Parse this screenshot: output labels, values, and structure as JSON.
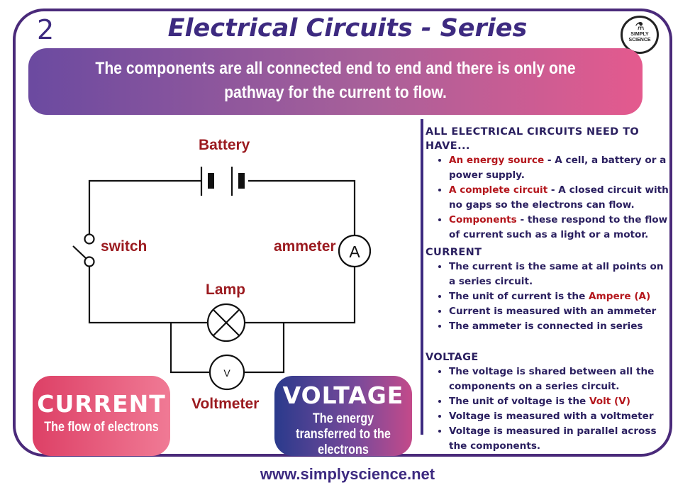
{
  "header": {
    "page_number": "2",
    "title": "Electrical Circuits - Series",
    "logo_line1": "SIMPLY",
    "logo_line2": "SCIENCE"
  },
  "banner": {
    "text": "The components are all connected end to end and there is only one pathway for the current to flow."
  },
  "diagram": {
    "battery_label": "Battery",
    "switch_label": "switch",
    "ammeter_label": "ammeter",
    "ammeter_symbol": "A",
    "lamp_label": "Lamp",
    "voltmeter_label": "Voltmeter",
    "voltmeter_symbol": "V"
  },
  "info": {
    "need": {
      "heading": "ALL ELECTRICAL CIRCUITS NEED TO HAVE...",
      "items": [
        {
          "term": "An energy source",
          "text": " - A cell, a battery or a power supply."
        },
        {
          "term": "A complete circuit",
          "text": " - A closed circuit with no gaps so the electrons can flow."
        },
        {
          "term": "Components",
          "text": " - these respond to the flow of current such as a light or a motor."
        }
      ]
    },
    "current": {
      "heading": "CURRENT",
      "item1": "The current is the same at all points on a series circuit.",
      "item2_pre": "The unit of current is the ",
      "item2_term": "Ampere (A)",
      "item3": "Current is measured with an ammeter",
      "item4": "The ammeter is connected in series"
    },
    "voltage": {
      "heading": "VOLTAGE",
      "item1": "The voltage is shared between all the components on a series circuit.",
      "item2_pre": "The unit of voltage is the ",
      "item2_term": "Volt (V)",
      "item3": "Voltage is measured with a voltmeter",
      "item4": "Voltage is measured in parallel across the components."
    }
  },
  "cards": {
    "current_title": "CURRENT",
    "current_sub": "The flow of electrons",
    "voltage_title": "VOLTAGE",
    "voltage_sub": "The energy transferred to the electrons"
  },
  "footer": {
    "url": "www.simplyscience.net"
  },
  "colors": {
    "primary": "#3d2a80",
    "accent_red": "#b4161c",
    "label_red": "#9b1a1f"
  }
}
